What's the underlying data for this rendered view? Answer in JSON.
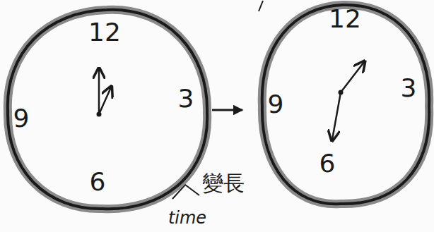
{
  "diagram": {
    "nodes": [
      {
        "text": [
          "12",
          "3",
          "6",
          "9"
        ]
      },
      {
        "text": [
          "12",
          "3",
          "6",
          "9"
        ]
      }
    ],
    "edges": [
      {
        "from": 0,
        "to": 1,
        "arrow": "to"
      }
    ],
    "labels": [
      "變長",
      "time"
    ]
  }
}
